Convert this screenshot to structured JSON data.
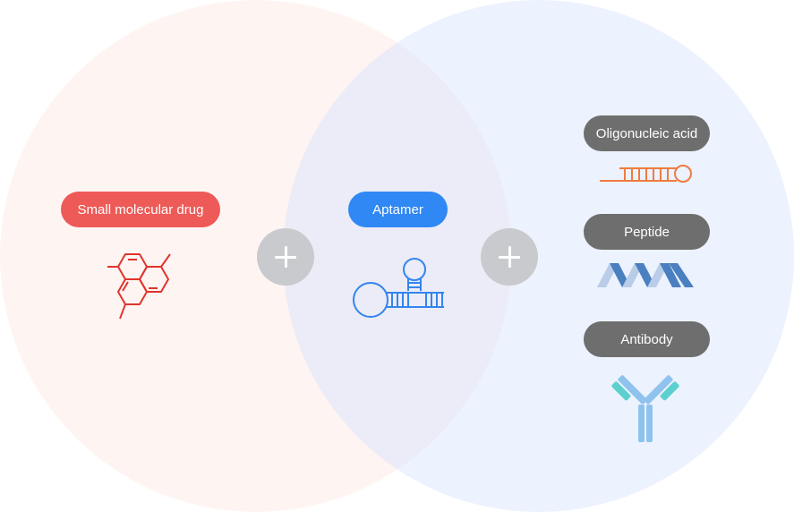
{
  "labels": {
    "small_molecule": "Small molecular drug",
    "aptamer": "Aptamer",
    "oligo": "Oligonucleic acid",
    "peptide": "Peptide",
    "antibody": "Antibody"
  },
  "icons": {
    "molecule": "molecule-structure-icon",
    "aptamer": "aptamer-stem-loop-icon",
    "oligo": "oligonucleotide-hairpin-icon",
    "peptide": "peptide-helix-icon",
    "antibody": "antibody-icon"
  },
  "colors": {
    "left_circle": "#fde8e4",
    "right_circle": "#d4e2fc",
    "red_accent": "#ee5a57",
    "blue_accent": "#2f88f4",
    "gray_pill": "#6e6e6e",
    "plus_button": "#c8cacd",
    "molecule_stroke": "#e0342c",
    "aptamer_stroke": "#3385ee",
    "oligo_stroke": "#f07b3f",
    "peptide_light": "#b9cde8",
    "peptide_dark": "#4a7fc0",
    "antibody_teal": "#5ccfcf",
    "antibody_blue": "#8fc3ee"
  }
}
